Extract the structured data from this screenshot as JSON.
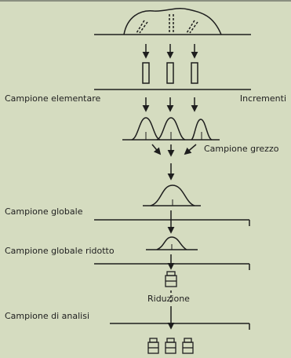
{
  "labels": {
    "campione_elementare": "Campione elementare",
    "incrementi": "Incrementi",
    "campione_grezzo": "Campione grezzo",
    "campione_globale": "Campione globale",
    "campione_globale_ridotto": "Campione globale ridotto",
    "riduzione": "Riduzione",
    "campione_di_analisi": "Campione di analisi"
  },
  "colors": {
    "background": "#d5dcc0",
    "ink": "#1e1e1e"
  }
}
